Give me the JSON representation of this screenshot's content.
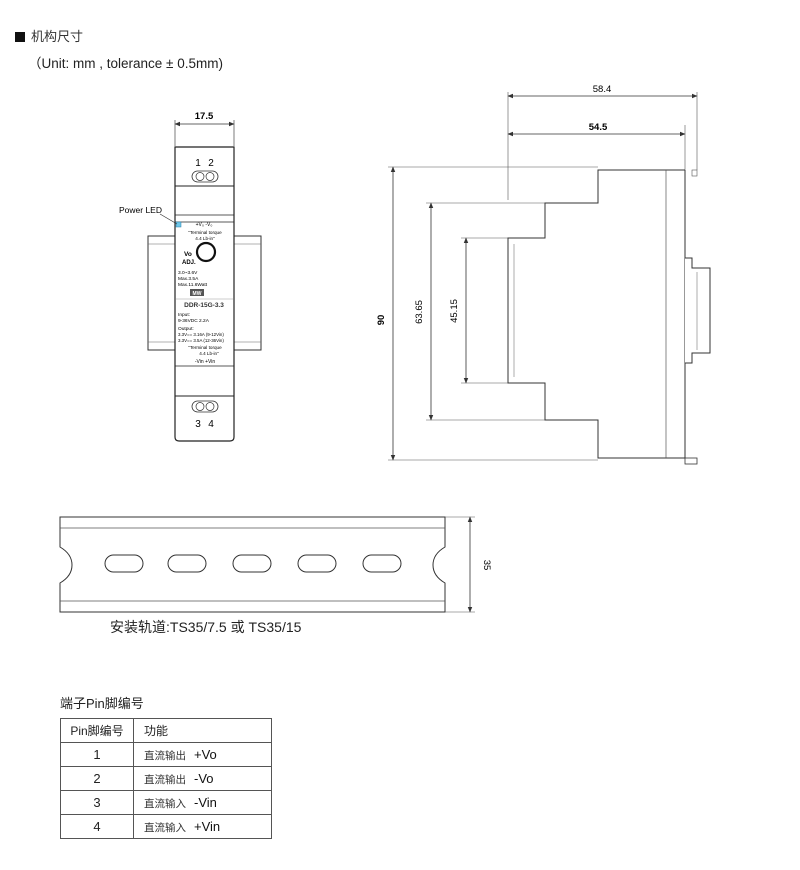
{
  "section": {
    "title": "机构尺寸"
  },
  "unit_note": "（Unit: mm , tolerance ± 0.5mm)",
  "front_view": {
    "width_dim": "17.5",
    "power_led_label": "Power LED",
    "top_terminal_numbers": [
      "1",
      "2"
    ],
    "bottom_terminal_numbers": [
      "3",
      "4"
    ],
    "top_polarity": "+V₀  -V₀",
    "torque_top_1": "\"Terminal torque",
    "torque_top_2": "4.4 Lb-in\"",
    "vo_adj_1": "Vo",
    "vo_adj_2": "ADJ.",
    "spec_lines": [
      "3.0~3.6V",
      "Max.3.5A",
      "Max.11.6Watt"
    ],
    "brand": "MW",
    "model": "DDR-15G-3.3",
    "input_lines": [
      "Input:",
      "9-36VDC  2.2A"
    ],
    "output_lines": [
      "Output:",
      "3.3V== 3.16A (9-12Vin)",
      "3.3V== 3.5A (12-36Vin)"
    ],
    "torque_bottom_1": "\"Terminal torque",
    "torque_bottom_2": "4.4 Lb-in\"",
    "bottom_polarity": "-Vin  +Vin"
  },
  "side_view": {
    "dims": {
      "overall_depth": "58.4",
      "body_depth": "54.5",
      "height": "90",
      "mid_height": "63.65",
      "inner_height": "45.15"
    }
  },
  "rail": {
    "height_dim": "35",
    "caption": "安装轨道:TS35/7.5 或 TS35/15"
  },
  "pin_table": {
    "title": "端子Pin脚编号",
    "header": {
      "pin": "Pin脚编号",
      "function": "功能"
    },
    "rows": [
      {
        "pin": "1",
        "function_cn": "直流输出",
        "function_en": "+Vo"
      },
      {
        "pin": "2",
        "function_cn": "直流输出",
        "function_en": "-Vo"
      },
      {
        "pin": "3",
        "function_cn": "直流输入",
        "function_en": "-Vin"
      },
      {
        "pin": "4",
        "function_cn": "直流输入",
        "function_en": "+Vin"
      }
    ]
  }
}
